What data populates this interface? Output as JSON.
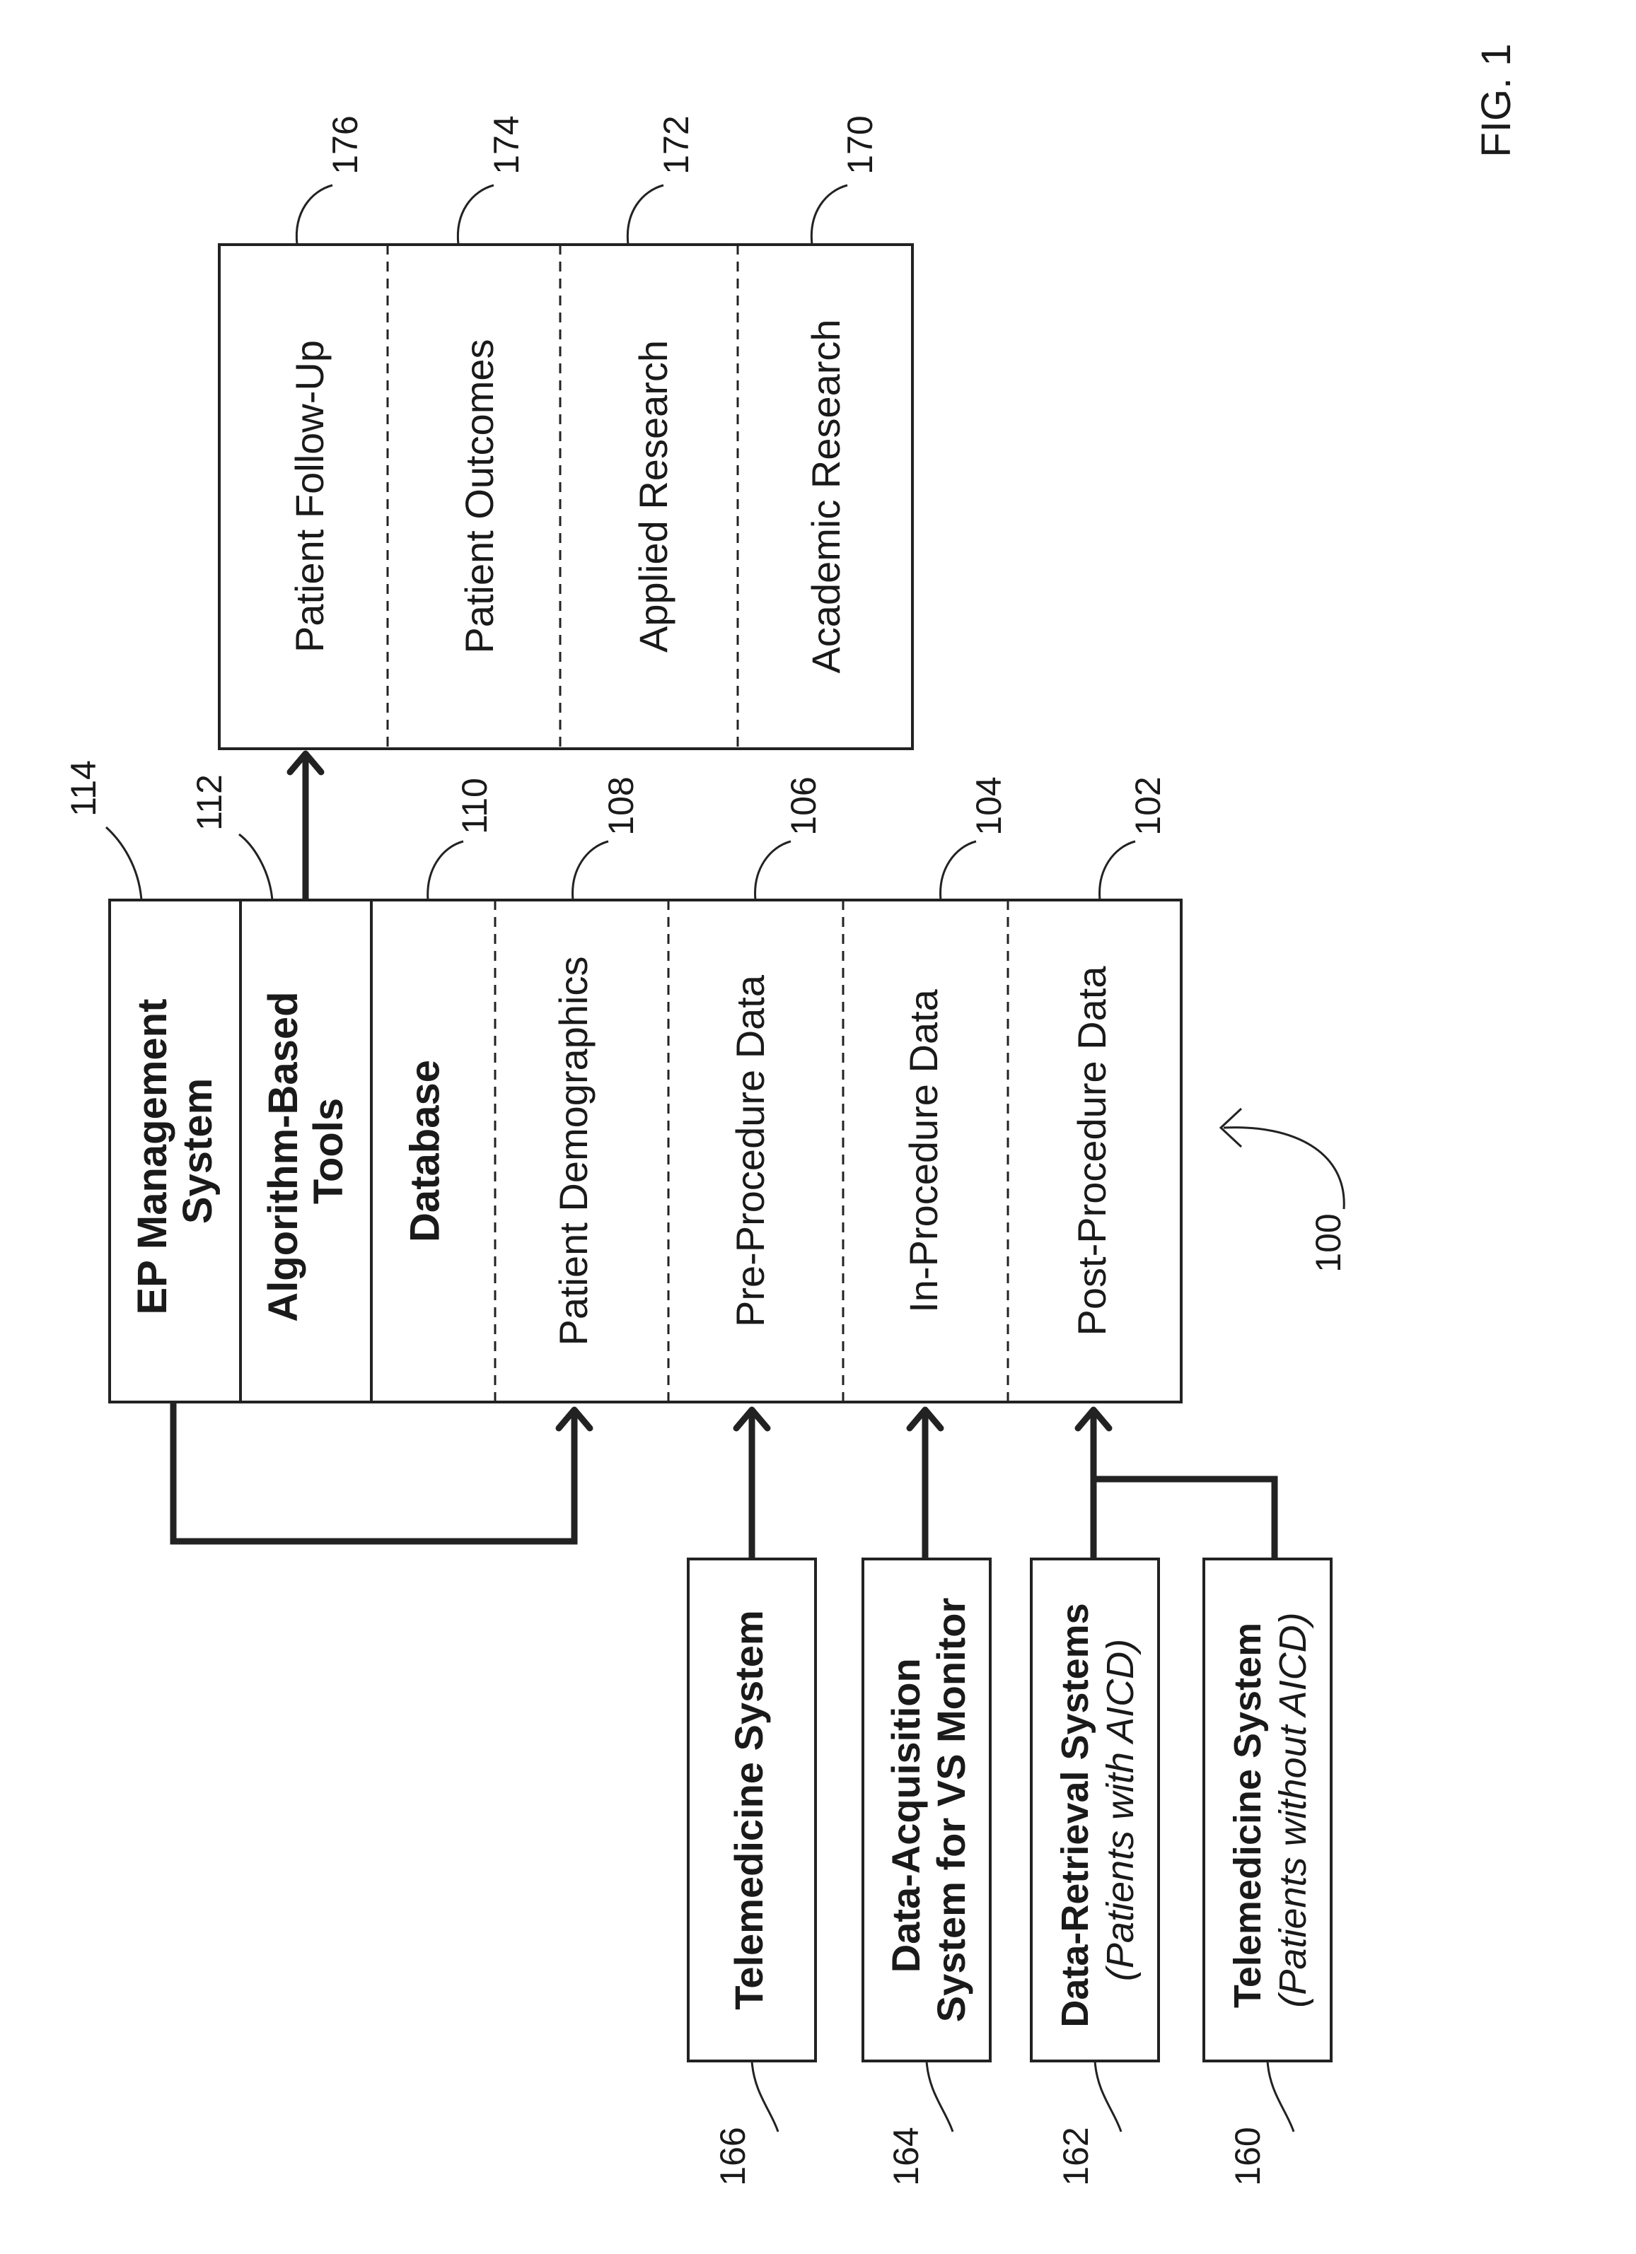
{
  "figure_label": "FIG. 1",
  "system": {
    "ref": "100",
    "ep_management": {
      "ref": "114",
      "line1": "EP Management",
      "line2": "System"
    },
    "algorithm_tools": {
      "ref": "112",
      "line1": "Algorithm-Based",
      "line2": "Tools"
    },
    "database": {
      "ref": "110",
      "label": "Database"
    },
    "sections": [
      {
        "ref": "108",
        "label": "Patient Demographics"
      },
      {
        "ref": "106",
        "label": "Pre-Procedure Data"
      },
      {
        "ref": "104",
        "label": "In-Procedure Data"
      },
      {
        "ref": "102",
        "label": "Post-Procedure Data"
      }
    ]
  },
  "outputs": [
    {
      "ref": "176",
      "label": "Patient Follow-Up"
    },
    {
      "ref": "174",
      "label": "Patient Outcomes"
    },
    {
      "ref": "172",
      "label": "Applied Research"
    },
    {
      "ref": "170",
      "label": "Academic Research"
    }
  ],
  "inputs": [
    {
      "ref": "166",
      "line1": "Telemedicine System",
      "line2": ""
    },
    {
      "ref": "164",
      "line1": "Data-Acquisition",
      "line2": "System for VS Monitor"
    },
    {
      "ref": "162",
      "line1": "Data-Retrieval Systems",
      "line2": "(Patients with AICD)"
    },
    {
      "ref": "160",
      "line1": "Telemedicine System",
      "line2": "(Patients without AICD)"
    }
  ]
}
